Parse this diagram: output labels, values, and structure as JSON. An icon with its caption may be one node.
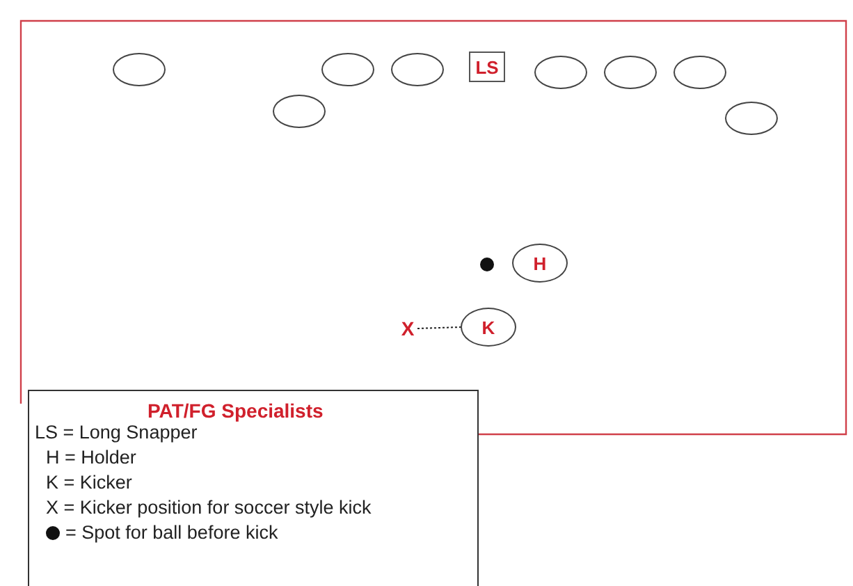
{
  "diagram": {
    "nodes": [
      {
        "text": [],
        "shape": "circle"
      },
      {
        "text": [],
        "shape": "circle"
      },
      {
        "text": [],
        "shape": "circle"
      },
      {
        "text": [],
        "shape": "circle"
      },
      {
        "text": [
          "LS"
        ]
      },
      {
        "text": [],
        "shape": "circle"
      },
      {
        "text": [],
        "shape": "circle"
      },
      {
        "text": [],
        "shape": "circle"
      },
      {
        "text": [],
        "shape": "circle"
      },
      {
        "text": [],
        "shape": "circle"
      },
      {
        "text": [
          "H"
        ]
      },
      {
        "text": [
          "X"
        ]
      },
      {
        "text": [
          "K"
        ]
      }
    ],
    "edges": [
      {
        "from": 11,
        "to": 12,
        "arrow": "none",
        "style": "dashed"
      }
    ],
    "labels": [
      "PAT/FG Specialists",
      "LS = Long Snapper",
      "H = Holder",
      "K = Kicker",
      "X = Kicker position for soccer style kick"
    ],
    "legend": [
      {
        "text": "= Spot for ball before kick"
      }
    ]
  }
}
